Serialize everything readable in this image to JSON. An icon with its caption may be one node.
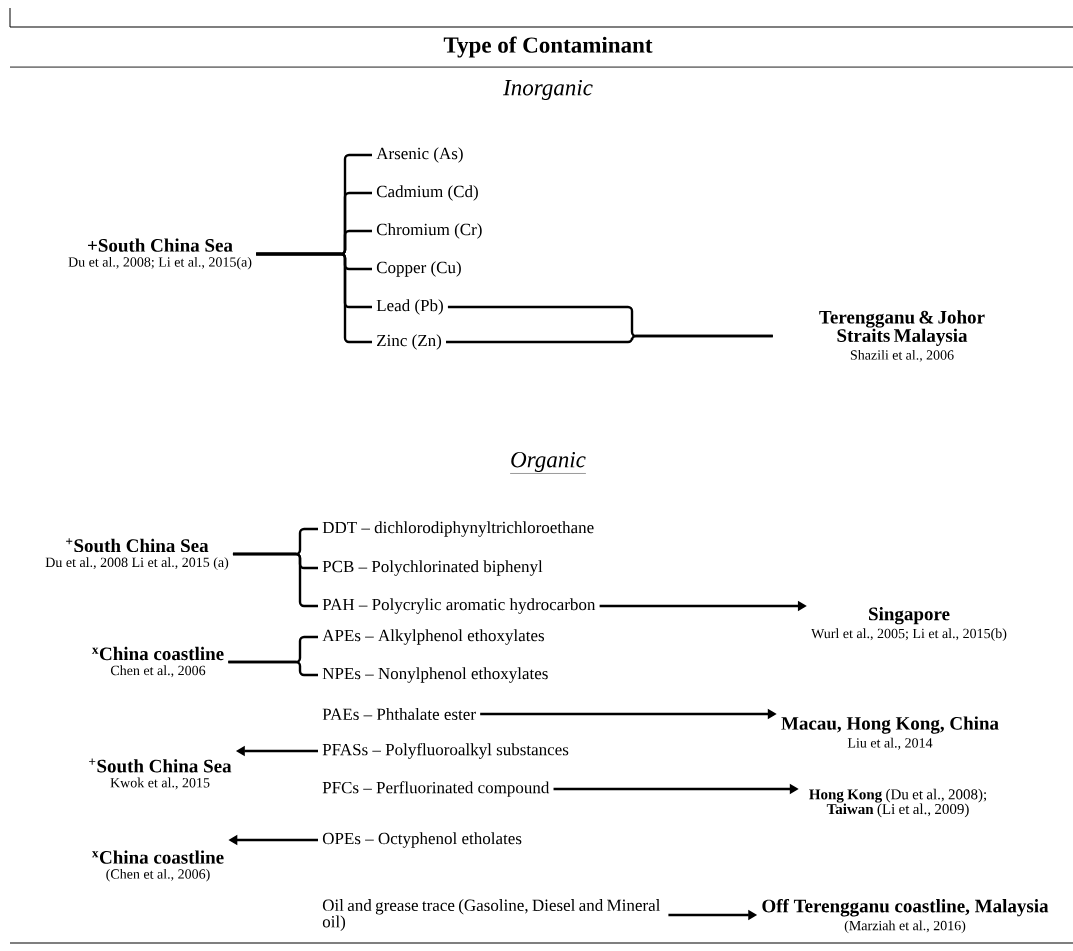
{
  "diagram": {
    "title": "Type of Contaminant",
    "nodes": [
      {
        "text": [
          "+South China Sea",
          "Du et al., 2008; Li et al., 2015(a)"
        ]
      },
      {
        "text": [
          "Arsenic (As)"
        ]
      },
      {
        "text": [
          "Cadmium (Cd)"
        ]
      },
      {
        "text": [
          "Chromium (Cr)"
        ]
      },
      {
        "text": [
          "Copper (Cu)"
        ]
      },
      {
        "text": [
          "Lead (Pb)"
        ]
      },
      {
        "text": [
          "Zinc (Zn)"
        ]
      },
      {
        "text": [
          "Terengganu & Johor Straits Malaysia",
          "Shazili et al., 2006"
        ]
      },
      {
        "text": [
          "$^{+}$South China Sea",
          "Du et al., 2008 Li et al., 2015 (a)"
        ]
      },
      {
        "text": [
          "DDT – dichlorodiphynyltrichloroethane"
        ]
      },
      {
        "text": [
          "PCB – Polychlorinated biphenyl"
        ]
      },
      {
        "text": [
          "PAH – Polycrylic aromatic hydrocarbon"
        ]
      },
      {
        "text": [
          "Singapore",
          "Wurl et al., 2005; Li et al., 2015(b)"
        ]
      },
      {
        "text": [
          "$^{x}$China coastline",
          "Chen et al., 2006"
        ]
      },
      {
        "text": [
          "APEs – Alkylphenol ethoxylates"
        ]
      },
      {
        "text": [
          "NPEs – Nonylphenol ethoxylates"
        ]
      },
      {
        "text": [
          "PAEs – Phthalate ester"
        ]
      },
      {
        "text": [
          "Macau, Hong Kong, China",
          "Liu et al., 2014"
        ]
      },
      {
        "text": [
          "$^{+}$South China Sea",
          "Kwok et al., 2015"
        ]
      },
      {
        "text": [
          "PFASs – Polyfluoroalkyl substances"
        ]
      },
      {
        "text": [
          "PFCs – Perfluorinated compound"
        ]
      },
      {
        "text": [
          "**Hong Kong** (Du et al., 2008); **Taiwan** (Li et al., 2009)"
        ]
      },
      {
        "text": [
          "$^{x}$China coastline",
          "(Chen et al., 2006)"
        ]
      },
      {
        "text": [
          "OPEs – Octyphenol etholates"
        ]
      },
      {
        "text": [
          "Oil and grease trace (Gasoline, Diesel and Mineral oil)"
        ]
      },
      {
        "text": [
          "Off Terengganu coastline, Malaysia",
          "(Marziah et al., 2016)"
        ]
      }
    ],
    "edges": [
      {
        "from": 0,
        "to": 1,
        "arrow": "none"
      },
      {
        "from": 0,
        "to": 2,
        "arrow": "none"
      },
      {
        "from": 0,
        "to": 3,
        "arrow": "none"
      },
      {
        "from": 0,
        "to": 4,
        "arrow": "none"
      },
      {
        "from": 0,
        "to": 5,
        "arrow": "none"
      },
      {
        "from": 0,
        "to": 6,
        "arrow": "none"
      },
      {
        "from": 5,
        "to": 7,
        "arrow": "none"
      },
      {
        "from": 6,
        "to": 7,
        "arrow": "none"
      },
      {
        "from": 8,
        "to": 9,
        "arrow": "none"
      },
      {
        "from": 8,
        "to": 10,
        "arrow": "none"
      },
      {
        "from": 8,
        "to": 11,
        "arrow": "none"
      },
      {
        "from": 11,
        "to": 12,
        "arrow": "to"
      },
      {
        "from": 13,
        "to": 14,
        "arrow": "none"
      },
      {
        "from": 13,
        "to": 15,
        "arrow": "none"
      },
      {
        "from": 16,
        "to": 17,
        "arrow": "to"
      },
      {
        "from": 19,
        "to": 18,
        "arrow": "to"
      },
      {
        "from": 20,
        "to": 21,
        "arrow": "to"
      },
      {
        "from": 23,
        "to": 22,
        "arrow": "to"
      },
      {
        "from": 24,
        "to": 25,
        "arrow": "to"
      }
    ],
    "labels": [
      "Inorganic",
      "Organic"
    ]
  }
}
